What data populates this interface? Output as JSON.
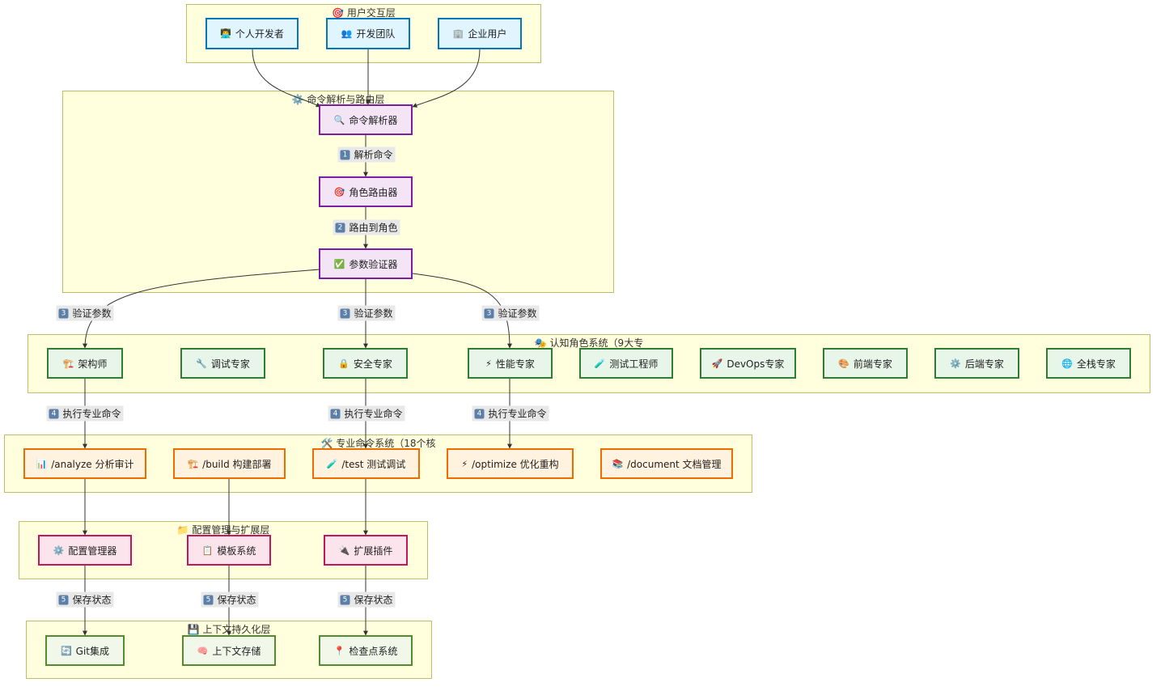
{
  "layers": {
    "user": "🎯 用户交互层",
    "parse": "⚙️ 命令解析与路由层",
    "roles": "🎭 认知角色系统（9大专",
    "commands": "🛠️ 专业命令系统（18个核",
    "config": "📁 配置管理与扩展层",
    "context": "💾 上下文持久化层"
  },
  "nodes": {
    "u1": {
      "icon": "👨‍💻",
      "label": "个人开发者"
    },
    "u2": {
      "icon": "👥",
      "label": "开发团队"
    },
    "u3": {
      "icon": "🏢",
      "label": "企业用户"
    },
    "p1": {
      "icon": "🔍",
      "label": "命令解析器"
    },
    "p2": {
      "icon": "🎯",
      "label": "角色路由器"
    },
    "p3": {
      "icon": "✅",
      "label": "参数验证器"
    },
    "r1": {
      "icon": "🏗️",
      "label": "架构师"
    },
    "r2": {
      "icon": "🔧",
      "label": "调试专家"
    },
    "r3": {
      "icon": "🔒",
      "label": "安全专家"
    },
    "r4": {
      "icon": "⚡",
      "label": "性能专家"
    },
    "r5": {
      "icon": "🧪",
      "label": "测试工程师"
    },
    "r6": {
      "icon": "🚀",
      "label": "DevOps专家"
    },
    "r7": {
      "icon": "🎨",
      "label": "前端专家"
    },
    "r8": {
      "icon": "⚙️",
      "label": "后端专家"
    },
    "r9": {
      "icon": "🌐",
      "label": "全栈专家"
    },
    "c1": {
      "icon": "📊",
      "label": "/analyze 分析审计"
    },
    "c2": {
      "icon": "🏗️",
      "label": "/build 构建部署"
    },
    "c3": {
      "icon": "🧪",
      "label": "/test 测试调试"
    },
    "c4": {
      "icon": "⚡",
      "label": "/optimize 优化重构"
    },
    "c5": {
      "icon": "📚",
      "label": "/document 文档管理"
    },
    "f1": {
      "icon": "⚙️",
      "label": "配置管理器"
    },
    "f2": {
      "icon": "📋",
      "label": "模板系统"
    },
    "f3": {
      "icon": "🔌",
      "label": "扩展插件"
    },
    "x1": {
      "icon": "🔄",
      "label": "Git集成"
    },
    "x2": {
      "icon": "🧠",
      "label": "上下文存储"
    },
    "x3": {
      "icon": "📍",
      "label": "检查点系统"
    }
  },
  "edge_labels": {
    "e1": {
      "num": "1",
      "text": "解析命令"
    },
    "e2": {
      "num": "2",
      "text": "路由到角色"
    },
    "e3a": {
      "num": "3",
      "text": "验证参数"
    },
    "e3b": {
      "num": "3",
      "text": "验证参数"
    },
    "e3c": {
      "num": "3",
      "text": "验证参数"
    },
    "e4a": {
      "num": "4",
      "text": "执行专业命令"
    },
    "e4b": {
      "num": "4",
      "text": "执行专业命令"
    },
    "e4c": {
      "num": "4",
      "text": "执行专业命令"
    },
    "e5a": {
      "num": "5",
      "text": "保存状态"
    },
    "e5b": {
      "num": "5",
      "text": "保存状态"
    },
    "e5c": {
      "num": "5",
      "text": "保存状态"
    }
  }
}
